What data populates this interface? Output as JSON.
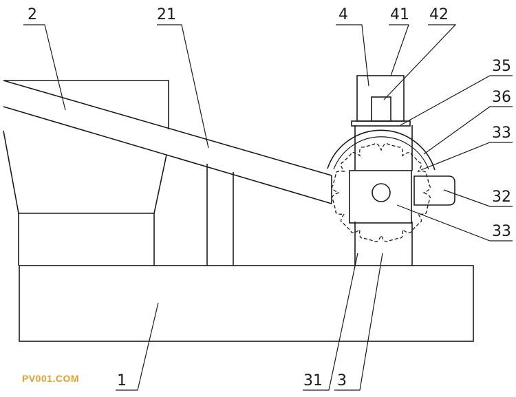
{
  "labels": {
    "l1": "1",
    "l2": "2",
    "l21": "21",
    "l3": "3",
    "l31": "31",
    "l32": "32",
    "l33a": "33",
    "l33b": "33",
    "l35": "35",
    "l36": "36",
    "l4": "4",
    "l41": "41",
    "l42": "42"
  },
  "watermark": "PV001.COM"
}
